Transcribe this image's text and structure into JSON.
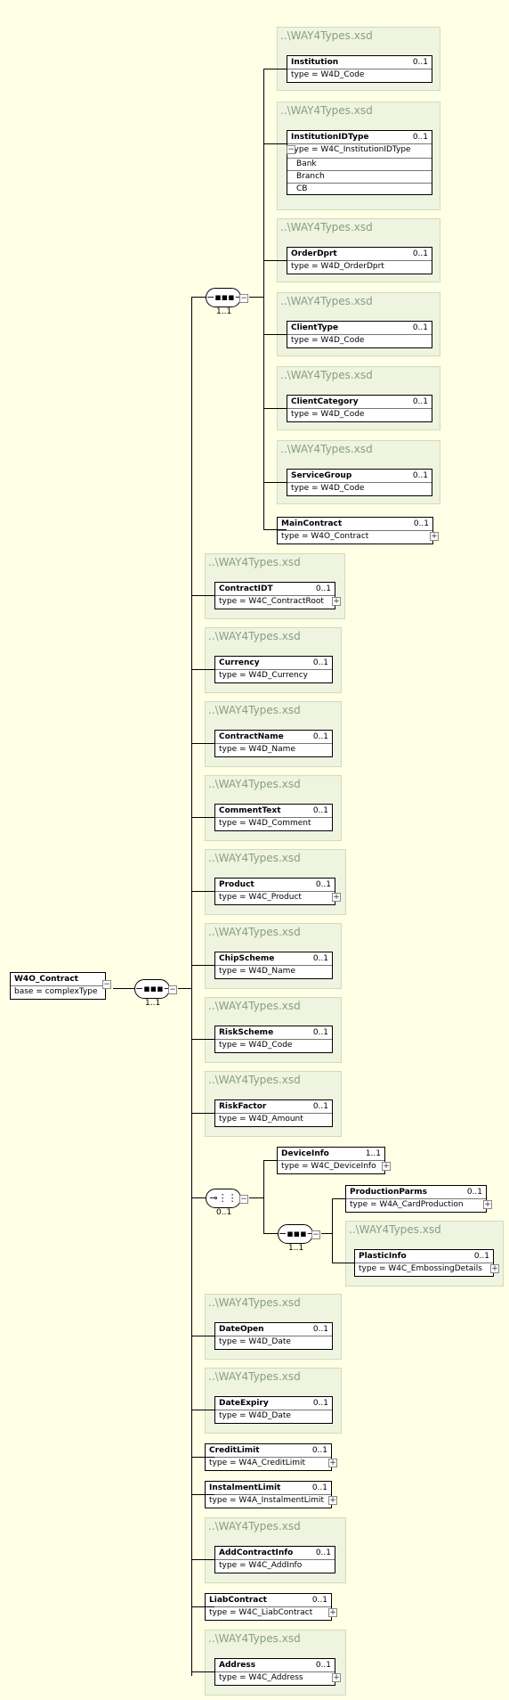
{
  "root": {
    "name": "W4O_Contract",
    "type": "base = complexType"
  },
  "groups": [
    {
      "occurs": "1..1"
    },
    {
      "occurs": "1..1"
    },
    {
      "occurs": "0..1"
    },
    {
      "occurs": "1..1"
    }
  ],
  "namespace_label": "..\\WAY4Types.xsd",
  "elements": [
    {
      "name": "Institution",
      "occurs": "0..1",
      "type": "type = W4D_Code",
      "in_xsd": true
    },
    {
      "name": "InstitutionIDType",
      "occurs": "0..1",
      "type": "type = W4C_InstitutionIDType",
      "in_xsd": true,
      "enumerations": [
        "Bank",
        "Branch",
        "CB"
      ]
    },
    {
      "name": "OrderDprt",
      "occurs": "0..1",
      "type": "type = W4D_OrderDprt",
      "in_xsd": true
    },
    {
      "name": "ClientType",
      "occurs": "0..1",
      "type": "type = W4D_Code",
      "in_xsd": true
    },
    {
      "name": "ClientCategory",
      "occurs": "0..1",
      "type": "type = W4D_Code",
      "in_xsd": true
    },
    {
      "name": "ServiceGroup",
      "occurs": "0..1",
      "type": "type = W4D_Code",
      "in_xsd": true
    },
    {
      "name": "MainContract",
      "occurs": "0..1",
      "type": "type = W4O_Contract",
      "in_xsd": false
    },
    {
      "name": "ContractIDT",
      "occurs": "0..1",
      "type": "type = W4C_ContractRoot",
      "in_xsd": true
    },
    {
      "name": "Currency",
      "occurs": "0..1",
      "type": "type = W4D_Currency",
      "in_xsd": true
    },
    {
      "name": "ContractName",
      "occurs": "0..1",
      "type": "type = W4D_Name",
      "in_xsd": true
    },
    {
      "name": "CommentText",
      "occurs": "0..1",
      "type": "type = W4D_Comment",
      "in_xsd": true
    },
    {
      "name": "Product",
      "occurs": "0..1",
      "type": "type = W4C_Product",
      "in_xsd": true
    },
    {
      "name": "ChipScheme",
      "occurs": "0..1",
      "type": "type = W4D_Name",
      "in_xsd": true
    },
    {
      "name": "RiskScheme",
      "occurs": "0..1",
      "type": "type = W4D_Code",
      "in_xsd": true
    },
    {
      "name": "RiskFactor",
      "occurs": "0..1",
      "type": "type = W4D_Amount",
      "in_xsd": true
    },
    {
      "name": "DeviceInfo",
      "occurs": "1..1",
      "type": "type = W4C_DeviceInfo",
      "in_xsd": false
    },
    {
      "name": "ProductionParms",
      "occurs": "0..1",
      "type": "type = W4A_CardProduction",
      "in_xsd": false
    },
    {
      "name": "PlasticInfo",
      "occurs": "0..1",
      "type": "type = W4C_EmbossingDetails",
      "in_xsd": true
    },
    {
      "name": "DateOpen",
      "occurs": "0..1",
      "type": "type = W4D_Date",
      "in_xsd": true
    },
    {
      "name": "DateExpiry",
      "occurs": "0..1",
      "type": "type = W4D_Date",
      "in_xsd": true
    },
    {
      "name": "CreditLimit",
      "occurs": "0..1",
      "type": "type = W4A_CreditLimit",
      "in_xsd": false
    },
    {
      "name": "InstalmentLimit",
      "occurs": "0..1",
      "type": "type = W4A_InstalmentLimit",
      "in_xsd": false
    },
    {
      "name": "AddContractInfo",
      "occurs": "0..1",
      "type": "type = W4C_AddInfo",
      "in_xsd": true
    },
    {
      "name": "LiabContract",
      "occurs": "0..1",
      "type": "type = W4C_LiabContract",
      "in_xsd": false
    },
    {
      "name": "Address",
      "occurs": "0..1",
      "type": "type = W4C_Address",
      "in_xsd": true
    }
  ]
}
